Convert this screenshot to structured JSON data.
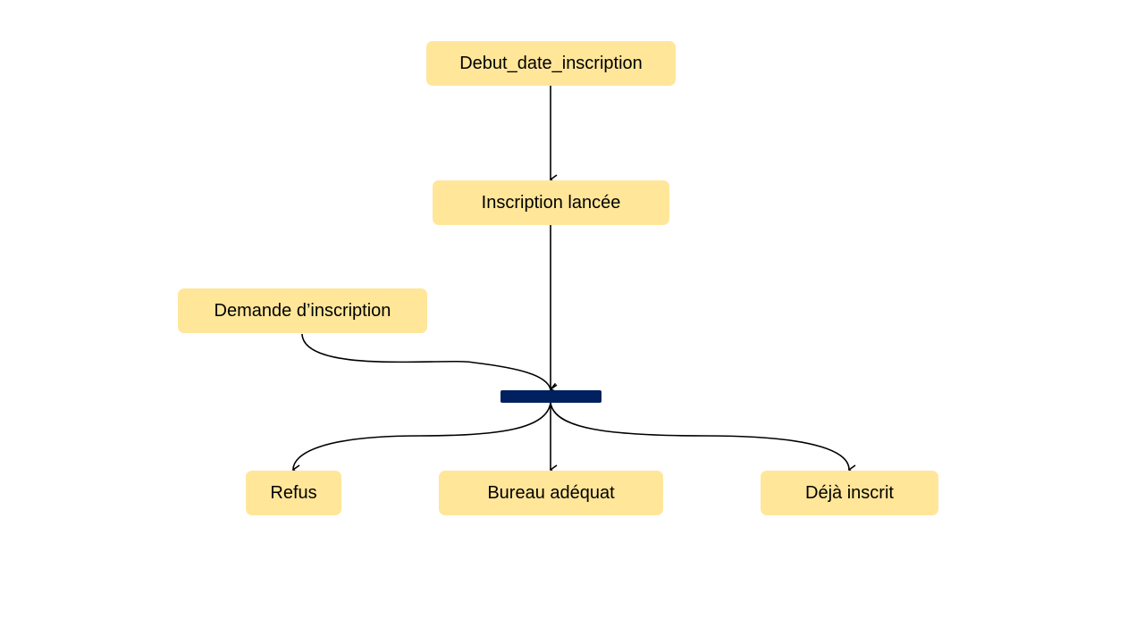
{
  "diagram": {
    "nodes": {
      "debut_date_inscription": "Debut_date_inscription",
      "inscription_lancee": "Inscription lancée",
      "demande_inscription": "Demande d’inscription",
      "refus": "Refus",
      "bureau_adequat": "Bureau adéquat",
      "deja_inscrit": "Déjà inscrit"
    },
    "edges": [
      {
        "from": "debut_date_inscription",
        "to": "inscription_lancee"
      },
      {
        "from": "inscription_lancee",
        "to": "join_bar"
      },
      {
        "from": "demande_inscription",
        "to": "join_bar"
      },
      {
        "from": "join_bar",
        "to": "refus"
      },
      {
        "from": "join_bar",
        "to": "bureau_adequat"
      },
      {
        "from": "join_bar",
        "to": "deja_inscrit"
      }
    ],
    "colors": {
      "node_fill": "#FFE699",
      "join_bar": "#002060",
      "edge": "#000000"
    }
  }
}
